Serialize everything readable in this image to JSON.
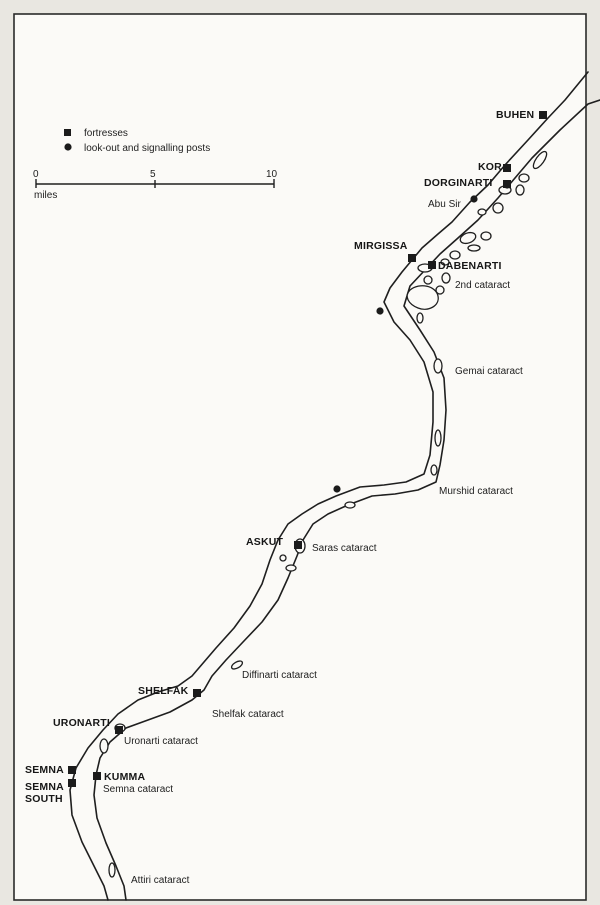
{
  "legend": {
    "fortresses": "fortresses",
    "posts": "look-out and signalling posts"
  },
  "scale": {
    "ticks": [
      "0",
      "5",
      "10"
    ],
    "unit": "miles"
  },
  "fortresses": {
    "buhen": "BUHEN",
    "kor": "KOR",
    "dorginarti": "DORGINARTI",
    "mirgissa": "MIRGISSA",
    "dabenarti": "DABENARTI",
    "askut": "ASKUT",
    "shelfak": "SHELFAK",
    "uronarti": "URONARTI",
    "semna": "SEMNA",
    "semna_south": [
      "SEMNA",
      "SOUTH"
    ],
    "kumma": "KUMMA"
  },
  "places": {
    "abu_sir": "Abu Sir"
  },
  "cataracts": {
    "second": "2nd cataract",
    "gemai": "Gemai cataract",
    "murshid": "Murshid cataract",
    "saras": "Saras cataract",
    "diffinarti": "Diffinarti cataract",
    "shelfak": "Shelfak cataract",
    "uronarti": "Uronarti cataract",
    "semna": "Semna cataract",
    "attiri": "Attiri cataract"
  }
}
